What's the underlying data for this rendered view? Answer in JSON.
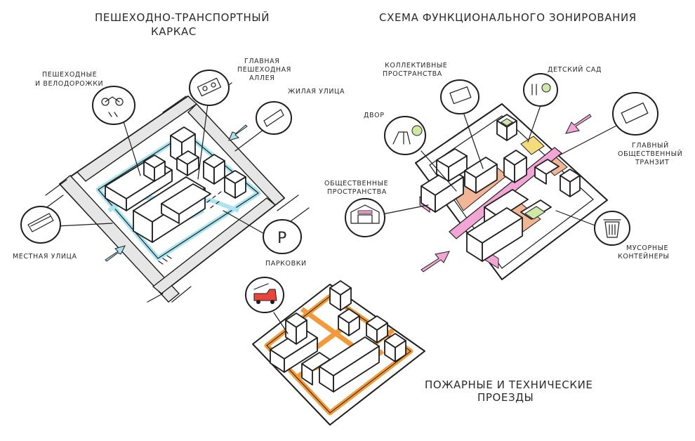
{
  "diagrams": {
    "pedestrian": {
      "title_line1": "ПЕШЕХОДНО-ТРАНСПОРТНЫЙ",
      "title_line2": "КАРКАС",
      "labels": {
        "ped_bike_1": "ПЕШЕХОДНЫЕ",
        "ped_bike_2": "И ВЕЛОДОРОЖКИ",
        "main_alley_1": "ГЛАВНАЯ",
        "main_alley_2": "ПЕШЕХОДНАЯ",
        "main_alley_3": "АЛЛЕЯ",
        "residential_street": "ЖИЛАЯ УЛИЦА",
        "local_street": "МЕСТНАЯ УЛИЦА",
        "parking": "ПАРКОВКИ",
        "parking_symbol": "P"
      },
      "accent_color": "#a9e4ef"
    },
    "zoning": {
      "title": "СХЕМА ФУНКЦИОНАЛЬНОГО ЗОНИРОВАНИЯ",
      "labels": {
        "collective_1": "КОЛЛЕКТИВНЫЕ",
        "collective_2": "ПРОСТРАНСТВА",
        "kindergarten": "ДЕТСКИЙ САД",
        "yard": "ДВОР",
        "public_1": "ОБЩЕСТВЕННЫЕ",
        "public_2": "ПРОСТРАНСТВА",
        "transit_1": "ГЛАВНЫЙ",
        "transit_2": "ОБЩЕСТВЕННЫЙ",
        "transit_3": "ТРАНЗИТ",
        "waste_1": "МУСОРНЫЕ",
        "waste_2": "КОНТЕЙНЕРЫ"
      },
      "colors": {
        "pink": "#f3a6d6",
        "peach": "#f2b596",
        "green": "#cfe8a6",
        "yellow": "#f4dc7c"
      }
    },
    "fire": {
      "title_line1": "ПОЖАРНЫЕ И ТЕХНИЧЕСКИЕ",
      "title_line2": "ПРОЕЗДЫ",
      "accent_color": "#f29a3a"
    }
  }
}
